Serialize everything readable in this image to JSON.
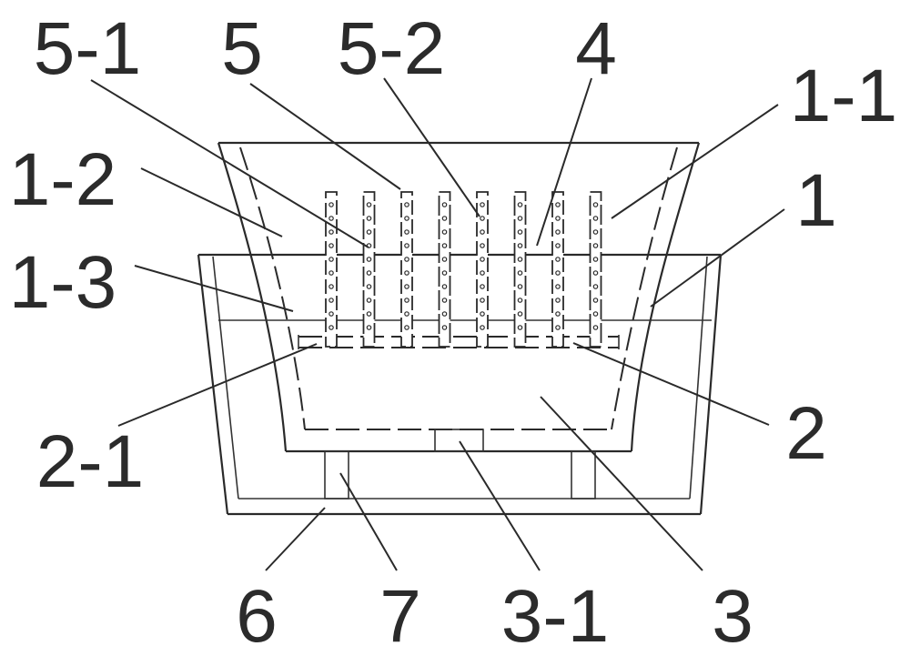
{
  "colors": {
    "line": "#2a2a2a",
    "text": "#2b2b2b",
    "background": "#ffffff"
  },
  "labels": {
    "l_5_1": "5-1",
    "l_5": "5",
    "l_5_2": "5-2",
    "l_4": "4",
    "l_1_1": "1-1",
    "l_1_2": "1-2",
    "l_1": "1",
    "l_1_3": "1-3",
    "l_2_1": "2-1",
    "l_2": "2",
    "l_6": "6",
    "l_7": "7",
    "l_3_1": "3-1",
    "l_3": "3"
  }
}
